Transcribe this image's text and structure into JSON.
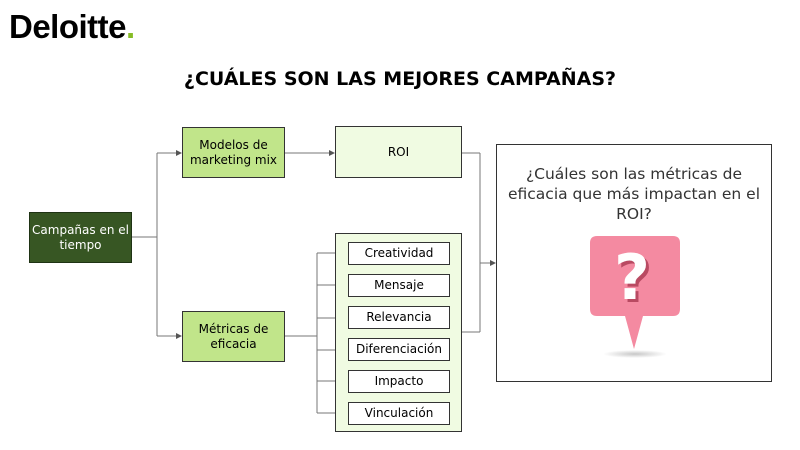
{
  "logo": {
    "text": "Deloitte",
    "dot": "."
  },
  "title": "¿CUÁLES SON LAS MEJORES CAMPAÑAS?",
  "nodes": {
    "campaigns": "Campañas en el tiempo",
    "mmm": "Modelos de marketing mix",
    "efficacy": "Métricas de eficacia",
    "roi": "ROI"
  },
  "metrics": [
    "Creatividad",
    "Mensaje",
    "Relevancia",
    "Diferenciación",
    "Impacto",
    "Vinculación"
  ],
  "question": "¿Cuáles son las métricas de eficacia que más impactan en el ROI?",
  "icons": {
    "question_pin": "question-mark-pin-icon"
  },
  "colors": {
    "dark_green": "#375623",
    "light_green": "#c1e58a",
    "pale_green": "#f0fbe2",
    "brand_dot": "#86bc25",
    "pin_pink": "#f48aa1"
  }
}
